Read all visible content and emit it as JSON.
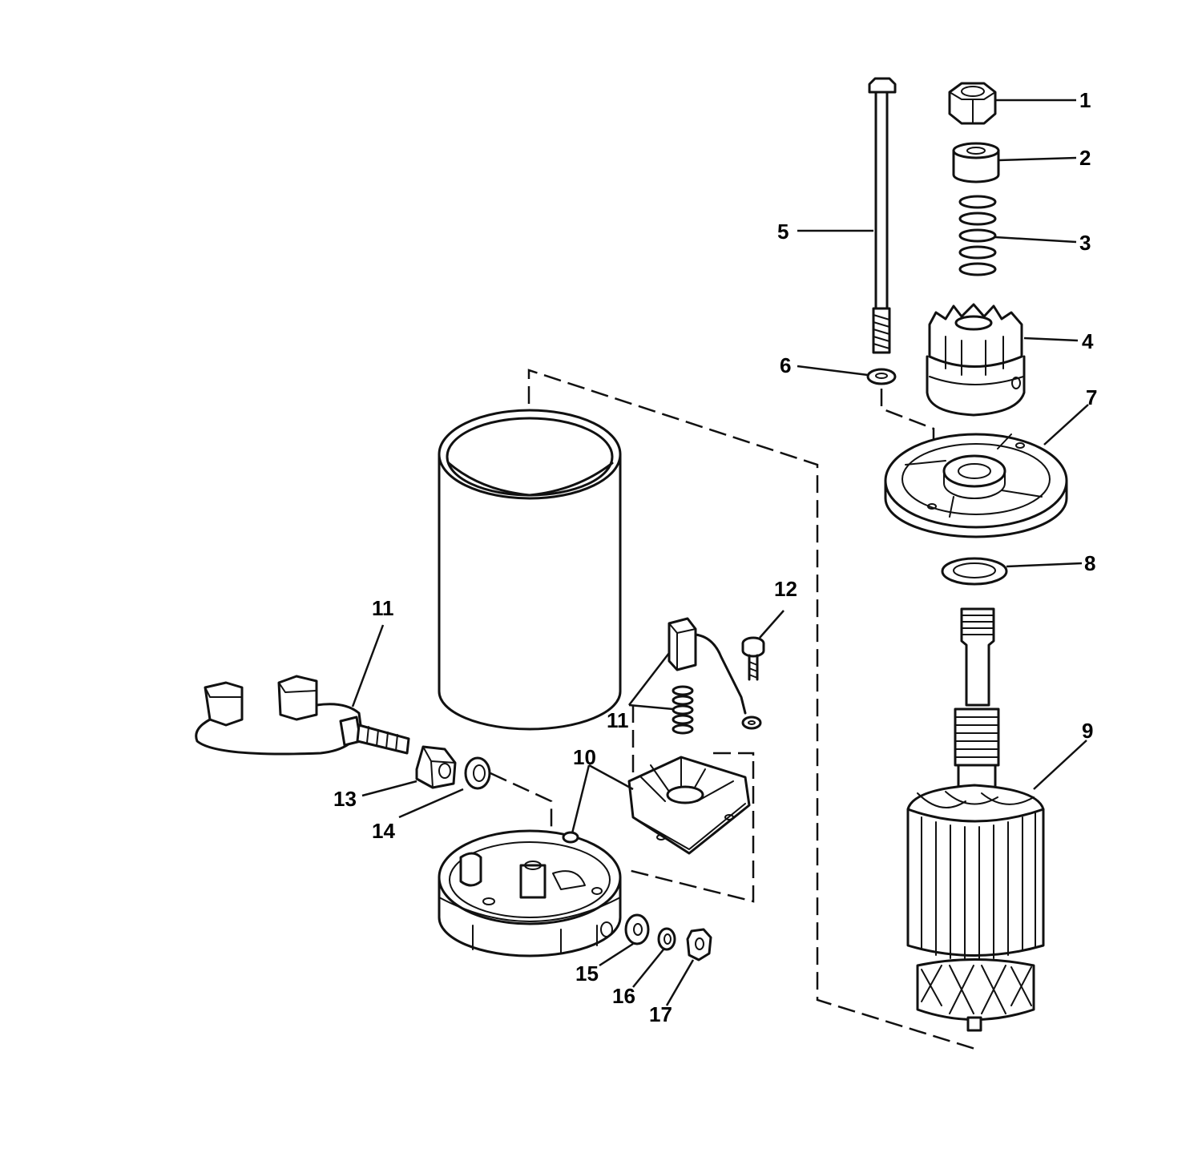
{
  "colors": {
    "ink": "#111111",
    "paper": "#ffffff"
  },
  "callouts": [
    {
      "id": "1",
      "label": "1"
    },
    {
      "id": "2",
      "label": "2"
    },
    {
      "id": "3",
      "label": "3"
    },
    {
      "id": "4",
      "label": "4"
    },
    {
      "id": "5",
      "label": "5"
    },
    {
      "id": "6",
      "label": "6"
    },
    {
      "id": "7",
      "label": "7"
    },
    {
      "id": "8",
      "label": "8"
    },
    {
      "id": "9",
      "label": "9"
    },
    {
      "id": "10",
      "label": "10"
    },
    {
      "id": "11a",
      "label": "11"
    },
    {
      "id": "11b",
      "label": "11"
    },
    {
      "id": "12",
      "label": "12"
    },
    {
      "id": "13",
      "label": "13"
    },
    {
      "id": "14",
      "label": "14"
    },
    {
      "id": "15",
      "label": "15"
    },
    {
      "id": "16",
      "label": "16"
    },
    {
      "id": "17",
      "label": "17"
    }
  ]
}
